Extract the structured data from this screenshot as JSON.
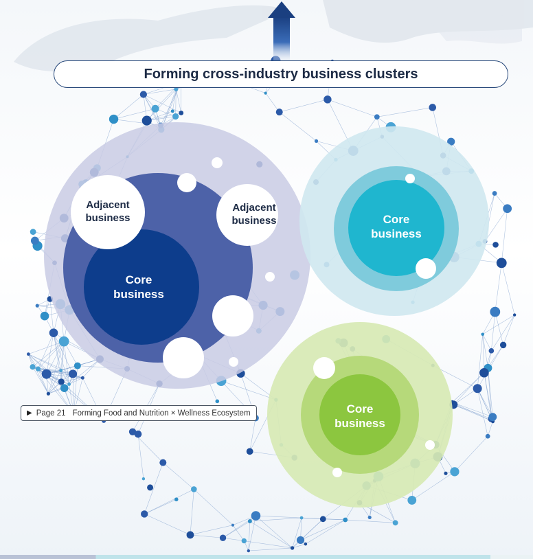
{
  "banner": {
    "title": "Forming cross-industry business clusters"
  },
  "clusters": {
    "left": {
      "adjacent_left": [
        "Adjacent",
        "business"
      ],
      "adjacent_right": [
        "Adjacent",
        "business"
      ],
      "core": [
        "Core",
        "business"
      ]
    },
    "right": {
      "core": [
        "Core",
        "business"
      ]
    },
    "bottom": {
      "core": [
        "Core",
        "business"
      ]
    }
  },
  "reference": {
    "page": "Page 21",
    "text": "Forming Food and Nutrition × Wellness Ecosystem"
  },
  "colors": {
    "navy_core": "#0d3d8c",
    "navy_ring": "#4d62a8",
    "lavender_halo": "#c9cbe4",
    "teal_core": "#1fb6cf",
    "teal_ring": "#7fcbdc",
    "teal_halo": "#cfe8f0",
    "green_core": "#8cc63f",
    "green_ring": "#b6d97a",
    "green_halo": "#d7e9b4",
    "network_node": "#2c5aa8",
    "arrow": "#1a3f80"
  }
}
